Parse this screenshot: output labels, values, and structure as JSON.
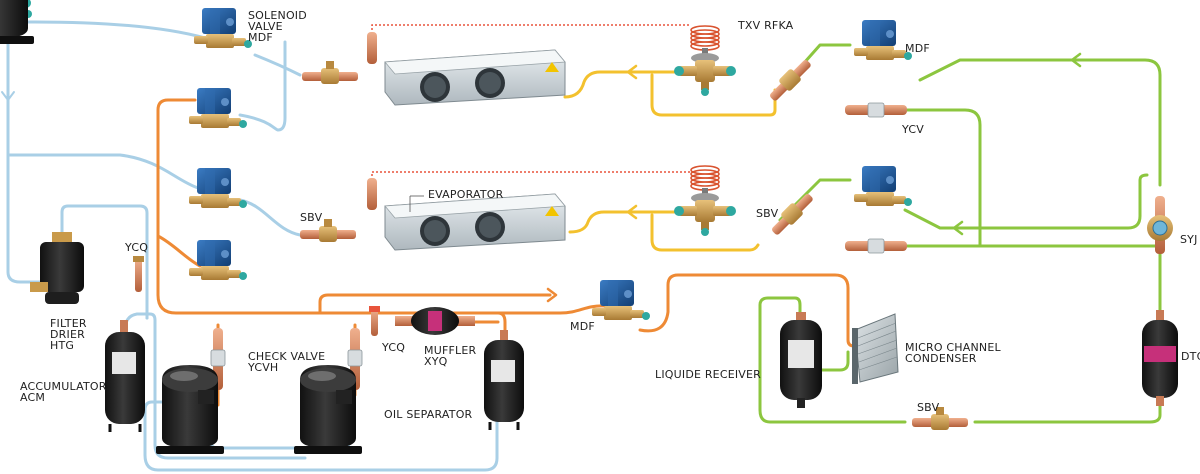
{
  "labels": {
    "solenoid_valve": [
      "SOLENOID",
      "VALVE",
      "MDF"
    ],
    "txv": "TXV RFKA",
    "mdf_top": "MDF",
    "ycv": "YCV",
    "evaporator": "EVAPORATOR",
    "sbv_left": "SBV",
    "sbv_mid": "SBV",
    "syj": "SYJ",
    "ycq_left": "YCQ",
    "filter_drier": [
      "FILTER",
      "DRIER",
      "HTG"
    ],
    "accumulator": [
      "ACCUMULATOR",
      "ACM"
    ],
    "check_valve": [
      "CHECK VALVE",
      "YCVH"
    ],
    "ycq_mid": "YCQ",
    "muffler": [
      "MUFFLER",
      "XYQ"
    ],
    "oil_separator": "OIL SEPARATOR",
    "mdf_mid": "MDF",
    "liquid_receiver": "LIQUIDE RECEIVER",
    "micro_channel": [
      "MICRO CHANNEL",
      "CONDENSER"
    ],
    "dtg": "DTG",
    "sbv_bottom": "SBV"
  },
  "colors": {
    "suction_line": "#a9cfe6",
    "discharge_line": "#ee8a35",
    "liquid_line": "#8cc63f",
    "expansion_line": "#f3c12e",
    "capillary": "#e8543b",
    "valve_body": "#1d4f8c",
    "brass": "#c99a4a",
    "copper": "#c87a55"
  },
  "icons": [
    "solenoid-valve-icon",
    "expansion-valve-icon",
    "evaporator-icon",
    "ball-valve-icon",
    "compressor-icon",
    "filter-drier-icon",
    "accumulator-icon",
    "oil-separator-icon",
    "muffler-icon",
    "check-valve-icon",
    "liquid-receiver-icon",
    "condenser-icon",
    "sight-glass-icon"
  ]
}
